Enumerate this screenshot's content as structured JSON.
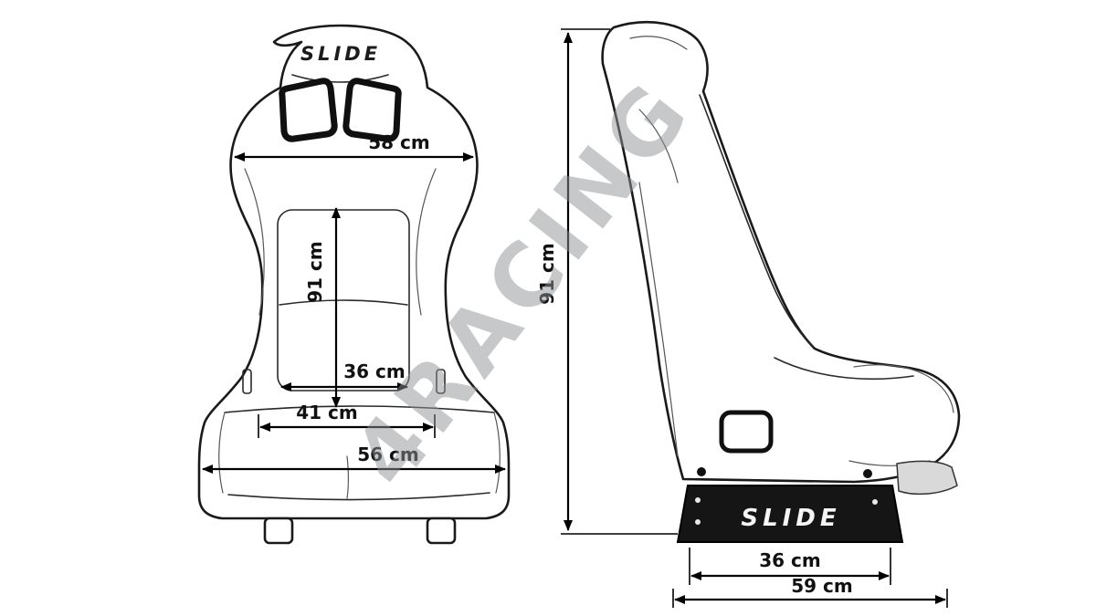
{
  "watermark": "4RACING",
  "front_view": {
    "brand": "SLIDE",
    "dims": {
      "shoulder_width": "58 cm",
      "height": "91 cm",
      "inner_width": "36 cm",
      "seat_width": "41 cm",
      "base_width": "56 cm"
    }
  },
  "side_view": {
    "brand": "SLIDE",
    "dims": {
      "height": "91 cm",
      "mount_width": "36 cm",
      "depth": "59 cm"
    }
  }
}
